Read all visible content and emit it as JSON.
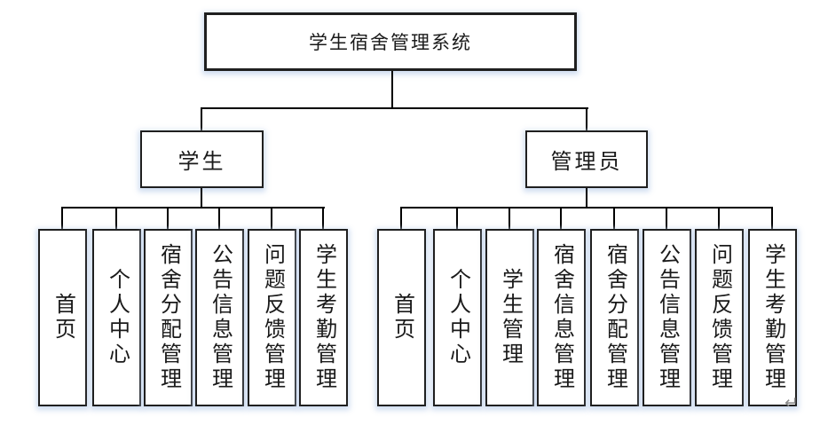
{
  "diagram": {
    "title": "学生宿舍管理系统",
    "root": {
      "label": "学生宿舍管理系统"
    },
    "branches": [
      {
        "label": "学生",
        "children": [
          "首页",
          "个人中心",
          "宿舍分配管理",
          "公告信息管理",
          "问题反馈管理",
          "学生考勤管理"
        ]
      },
      {
        "label": "管理员",
        "children": [
          "首页",
          "个人中心",
          "学生管理",
          "宿舍信息管理",
          "宿舍分配管理",
          "公告信息管理",
          "问题反馈管理",
          "学生考勤管理"
        ]
      }
    ],
    "return_mark": "↵"
  },
  "colors": {
    "box_border": "#1f1f1f",
    "box_fill": "#ffffff",
    "box_glow": "#dce6f3",
    "connector_line": "#000000",
    "text": "#1a1a1a",
    "return_mark": "#8a8a8a"
  }
}
